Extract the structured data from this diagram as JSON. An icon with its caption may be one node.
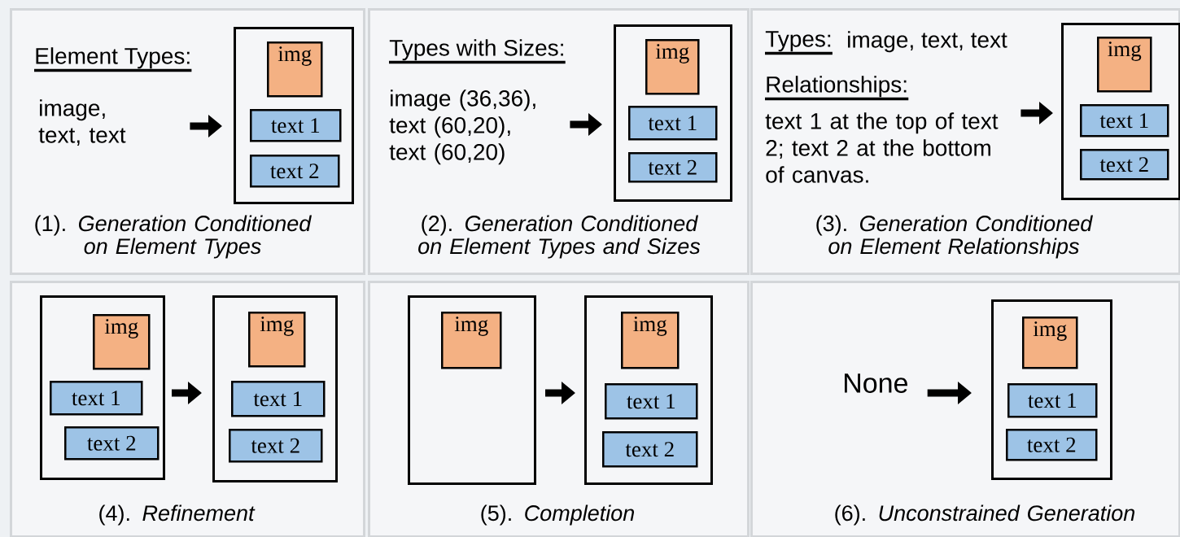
{
  "diagram": {
    "nodes": [
      {
        "text": [
          "(1). *Generation Conditioned on Element Types*"
        ]
      },
      {
        "text": [
          "Element Types:",
          "image, text, text"
        ],
        "in": 0
      },
      {
        "text": [],
        "shape": "box",
        "in": 0
      },
      {
        "text": [
          "img"
        ],
        "in": 2
      },
      {
        "text": [
          "text 1"
        ],
        "in": 2
      },
      {
        "text": [
          "text 2"
        ],
        "in": 2
      },
      {
        "text": [
          "(2). *Generation Conditioned on Element Types and Sizes*"
        ]
      },
      {
        "text": [
          "Types with Sizes:",
          "image (36,36), text (60,20), text (60,20)"
        ],
        "in": 6
      },
      {
        "text": [],
        "shape": "box",
        "in": 6
      },
      {
        "text": [
          "img"
        ],
        "in": 8
      },
      {
        "text": [
          "text 1"
        ],
        "in": 8
      },
      {
        "text": [
          "text 2"
        ],
        "in": 8
      },
      {
        "text": [
          "(3). *Generation Conditioned on Element Relationships*"
        ]
      },
      {
        "text": [
          "Types:",
          "image, text, text",
          "Relationships:",
          "text 1 at the top of text 2; text 2 at the bottom of canvas."
        ],
        "in": 12
      },
      {
        "text": [],
        "shape": "box",
        "in": 12
      },
      {
        "text": [
          "img"
        ],
        "in": 14
      },
      {
        "text": [
          "text 1"
        ],
        "in": 14
      },
      {
        "text": [
          "text 2"
        ],
        "in": 14
      },
      {
        "text": [
          "(4). *Refinement*"
        ]
      },
      {
        "text": [],
        "shape": "box",
        "in": 18
      },
      {
        "text": [
          "img"
        ],
        "in": 19
      },
      {
        "text": [
          "text 1"
        ],
        "in": 19
      },
      {
        "text": [
          "text 2"
        ],
        "in": 19
      },
      {
        "text": [],
        "shape": "box",
        "in": 18
      },
      {
        "text": [
          "img"
        ],
        "in": 23
      },
      {
        "text": [
          "text 1"
        ],
        "in": 23
      },
      {
        "text": [
          "text 2"
        ],
        "in": 23
      },
      {
        "text": [
          "(5). *Completion*"
        ]
      },
      {
        "text": [],
        "shape": "box",
        "in": 27
      },
      {
        "text": [
          "img"
        ],
        "in": 28
      },
      {
        "text": [],
        "shape": "box",
        "in": 27
      },
      {
        "text": [
          "img"
        ],
        "in": 30
      },
      {
        "text": [
          "text 1"
        ],
        "in": 30
      },
      {
        "text": [
          "text 2"
        ],
        "in": 30
      },
      {
        "text": [
          "(6). *Unconstrained Generation*"
        ]
      },
      {
        "text": [
          "None"
        ],
        "in": 34
      },
      {
        "text": [],
        "shape": "box",
        "in": 34
      },
      {
        "text": [
          "img"
        ],
        "in": 36
      },
      {
        "text": [
          "text 1"
        ],
        "in": 36
      },
      {
        "text": [
          "text 2"
        ],
        "in": 36
      }
    ],
    "edges": [
      {
        "from": 1,
        "to": 2,
        "arrow": "to"
      },
      {
        "from": 7,
        "to": 8,
        "arrow": "to"
      },
      {
        "from": 13,
        "to": 14,
        "arrow": "to"
      },
      {
        "from": 19,
        "to": 23,
        "arrow": "to"
      },
      {
        "from": 28,
        "to": 30,
        "arrow": "to"
      },
      {
        "from": 35,
        "to": 36,
        "arrow": "to"
      }
    ]
  }
}
